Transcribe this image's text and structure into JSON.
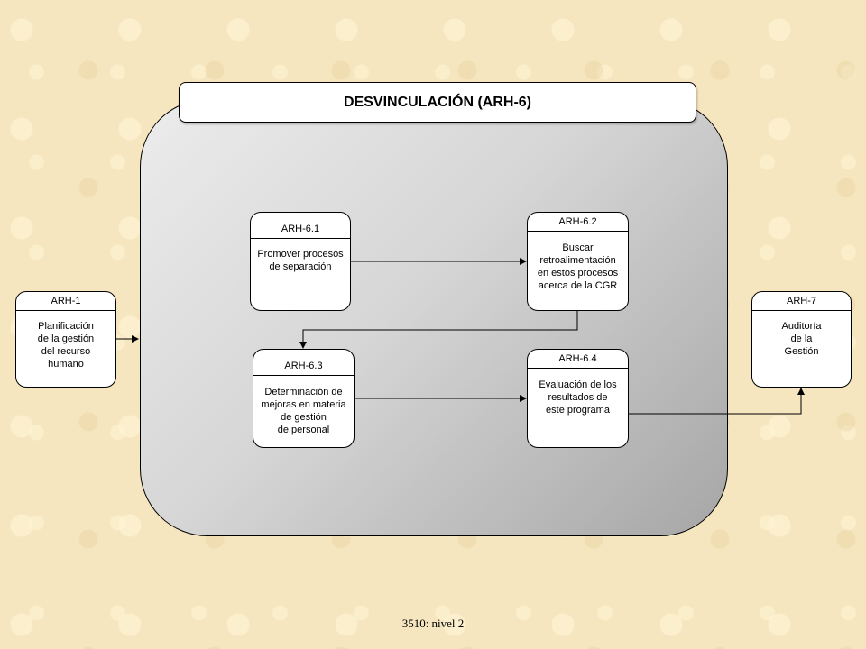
{
  "title": "DESVINCULACIÓN (ARH-6)",
  "processes": {
    "arh1": {
      "id": "ARH-1",
      "name": "Planificación\nde la gestión\ndel recurso\nhumano"
    },
    "arh61": {
      "id": "ARH-6.1",
      "name": "Promover procesos\nde separación"
    },
    "arh62": {
      "id": "ARH-6.2",
      "name": "Buscar\nretroalimentación\nen estos procesos\nacerca de la CGR"
    },
    "arh63": {
      "id": "ARH-6.3",
      "name": "Determinación de\nmejoras en materia\nde gestión\nde personal"
    },
    "arh64": {
      "id": "ARH-6.4",
      "name": "Evaluación de los\nresultados de\neste programa"
    },
    "arh7": {
      "id": "ARH-7",
      "name": "Auditoría\nde la\nGestión"
    }
  },
  "footer": "3510:  nivel  2"
}
